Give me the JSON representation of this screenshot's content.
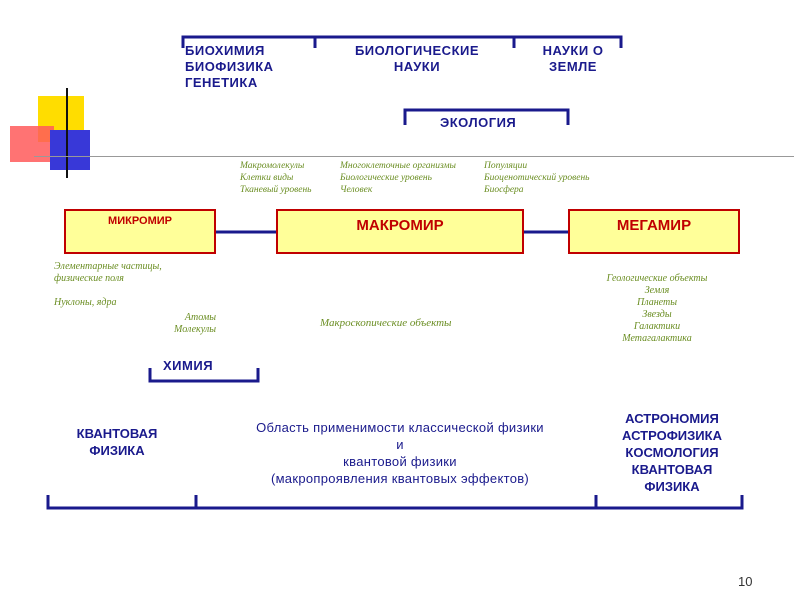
{
  "top_sciences": {
    "left_lines": [
      "БИОХИМИЯ",
      "БИОФИЗИКА",
      "ГЕНЕТИКА"
    ],
    "middle_lines": [
      "БИОЛОГИЧЕСКИЕ",
      "НАУКИ"
    ],
    "right_lines": [
      "НАУКИ О",
      "ЗЕМЛЕ"
    ],
    "ecology": "ЭКОЛОГИЯ"
  },
  "levels": {
    "col1": [
      "Макромолекулы",
      "Клетки виды",
      "Тканевый уровень"
    ],
    "col2": [
      "Многоклеточные организмы",
      "Биологические уровень",
      "Человек"
    ],
    "col3": [
      "Популяции",
      "Биоценотический уровень",
      "Биосфера"
    ]
  },
  "boxes": {
    "micro": "МИКРОМИР",
    "macro": "МАКРОМИР",
    "mega": "МЕГАМИР"
  },
  "micro_objects": {
    "lines_left": [
      "Элементарные частицы,",
      "физические поля",
      "",
      "Нуклоны, ядра"
    ],
    "lines_right": [
      "Атомы",
      "Молекулы"
    ]
  },
  "macro_objects": "Макроскопические объекты",
  "mega_objects": [
    "Геологические объекты",
    "Земля",
    "Планеты",
    "Звезды",
    "Галактики",
    "Метагалактика"
  ],
  "chemistry": "ХИМИЯ",
  "bottom": {
    "left_lines": [
      "КВАНТОВАЯ",
      "ФИЗИКА"
    ],
    "middle_lines": [
      "Область применимости классической физики",
      "и",
      "квантовой физики",
      "(макропроявления квантовых эффектов)"
    ],
    "right_lines": [
      "АСТРОНОМИЯ",
      "АСТРОФИЗИКА",
      "КОСМОЛОГИЯ",
      "КВАНТОВАЯ",
      "ФИЗИКА"
    ]
  },
  "slide_number": "10",
  "colors": {
    "navy": "#1a1a8c",
    "red": "#c00000",
    "olive": "#6b8e23",
    "box_fill": "#ffff99"
  }
}
